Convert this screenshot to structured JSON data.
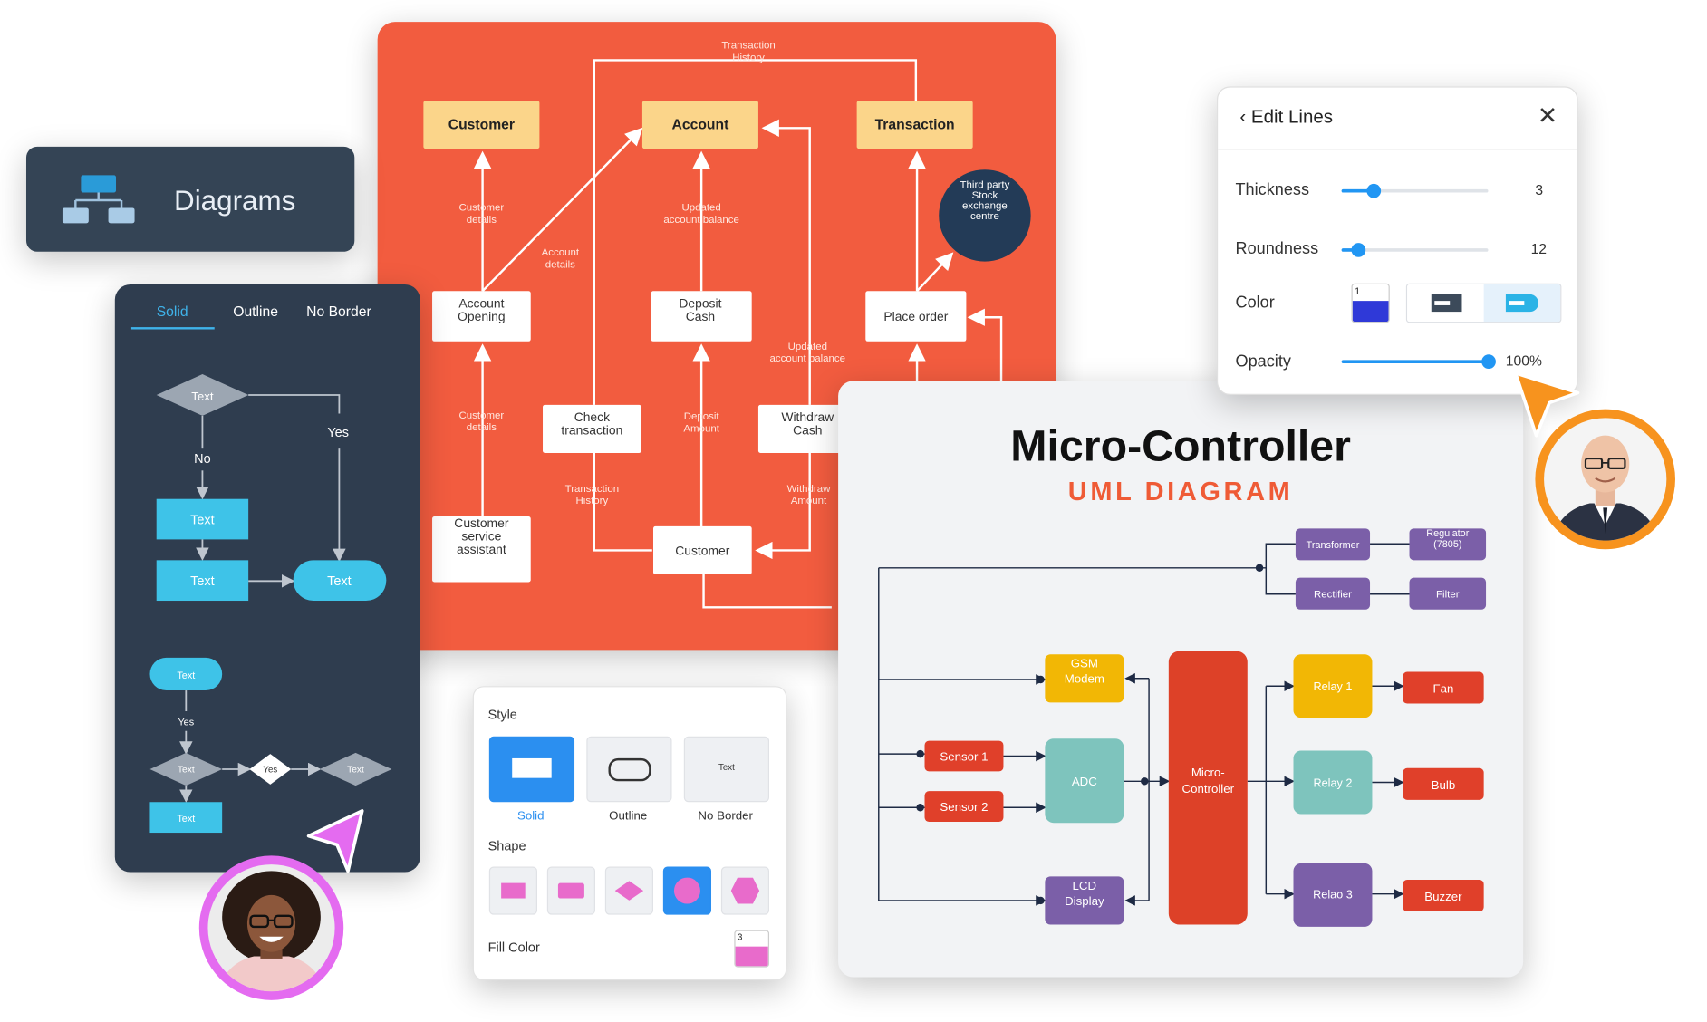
{
  "diagrams_card": {
    "title": "Diagrams",
    "icon": "org-chart-icon"
  },
  "dfd": {
    "entities": [
      "Customer",
      "Account",
      "Transaction"
    ],
    "processes": {
      "account_opening": "Account\nOpening",
      "deposit_cash": "Deposit\nCash",
      "place_order": "Place order",
      "check_transaction": "Check\ntransaction",
      "withdraw_cash": "Withdraw\nCash",
      "customer_service": "Customer\nservice\nassistant",
      "customer": "Customer",
      "stock_exchange": "Third party\nStock\nexchange\ncentre"
    },
    "flows": {
      "transaction_history_top": "Transaction\nHistory",
      "customer_details_1": "Customer\ndetails",
      "account_details": "Account\ndetails",
      "updated_balance_1": "Updated\naccount balance",
      "customer_details_2": "Customer\ndetails",
      "deposit_amount": "Deposit\nAmount",
      "updated_balance_2": "Updated\naccount balance",
      "transaction_history_bottom": "Transaction\nHistory",
      "withdraw_amount": "Withdraw\nAmount"
    }
  },
  "flowchart": {
    "tabs": [
      "Solid",
      "Outline",
      "No Border"
    ],
    "active_tab": "Solid",
    "node_text": "Text",
    "yes": "Yes",
    "no": "No"
  },
  "style_panel": {
    "style_heading": "Style",
    "options": [
      "Solid",
      "Outline",
      "No Border"
    ],
    "nb_sample": "Text",
    "shape_heading": "Shape",
    "fill_label": "Fill Color",
    "fill_badge": "3",
    "fill_color": "#e86bcb"
  },
  "edit_lines": {
    "back_label": "Edit Lines",
    "rows": [
      {
        "label": "Thickness",
        "value": "3",
        "level": 0.22
      },
      {
        "label": "Roundness",
        "value": "12",
        "level": 0.11
      },
      {
        "label": "Color",
        "badge": "1",
        "color": "#2f39d8"
      },
      {
        "label": "Opacity",
        "value": "100%",
        "level": 1.0
      }
    ]
  },
  "uml": {
    "title": "Micro-Controller",
    "subtitle": "UML DIAGRAM",
    "blocks": {
      "transformer": "Transformer",
      "regulator": "Regulator\n(7805)",
      "rectifier": "Rectifier",
      "filter": "Filter",
      "gsm": "GSM\nModem",
      "sensor1": "Sensor 1",
      "sensor2": "Sensor 2",
      "adc": "ADC",
      "lcd": "LCD\nDisplay",
      "mcu": "Micro-\nController",
      "relay1": "Relay 1",
      "relay2": "Relay 2",
      "relay3": "Relao 3",
      "fan": "Fan",
      "bulb": "Bulb",
      "buzzer": "Buzzer"
    }
  },
  "colors": {
    "accent_blue": "#2196f3",
    "dfd_bg": "#f25c3f",
    "cursor_orange": "#f7931e",
    "cursor_pink": "#e46bf0"
  }
}
